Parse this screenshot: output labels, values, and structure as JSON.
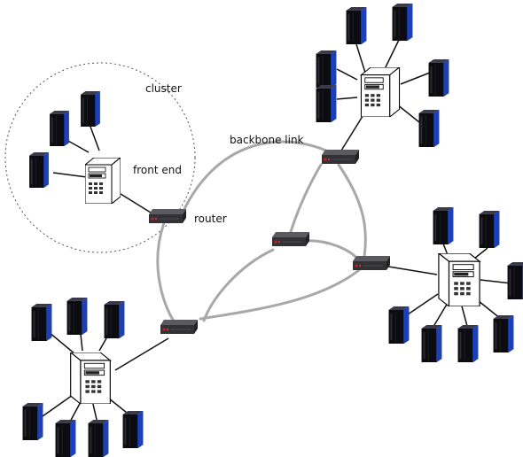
{
  "labels": {
    "cluster": "cluster",
    "front_end": "front end",
    "router": "router",
    "backbone_link": "backbone link"
  },
  "colors": {
    "backbone_link": "#a8a8a8",
    "host_link": "#111111",
    "node_side": "#1a3fbf",
    "node_front": "#0c0c10",
    "router_body": "#3a3a3e",
    "router_led": "#c42020"
  },
  "icons": [
    "compute-node-icon",
    "front-end-server-icon",
    "router-icon"
  ]
}
